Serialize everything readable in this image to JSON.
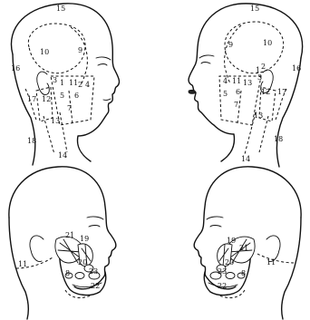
{
  "figure": {
    "panels": [
      {
        "id": "top-left",
        "labels": [
          "15",
          "10",
          "9",
          "16",
          "3",
          "1",
          "11",
          "2",
          "4",
          "17",
          "12",
          "5",
          "6",
          "7",
          "13",
          "18",
          "14"
        ]
      },
      {
        "id": "top-right",
        "labels": [
          "15",
          "9",
          "10",
          "16",
          "2",
          "1",
          "3",
          "4",
          "11",
          "13",
          "17",
          "5",
          "6",
          "12",
          "7",
          "13",
          "18",
          "14"
        ]
      },
      {
        "id": "bottom-left",
        "labels": [
          "21",
          "19",
          "11",
          "20",
          "8",
          "23",
          "22"
        ]
      },
      {
        "id": "bottom-right",
        "labels": [
          "21",
          "19",
          "20",
          "23",
          "11",
          "8",
          "22"
        ]
      }
    ]
  }
}
